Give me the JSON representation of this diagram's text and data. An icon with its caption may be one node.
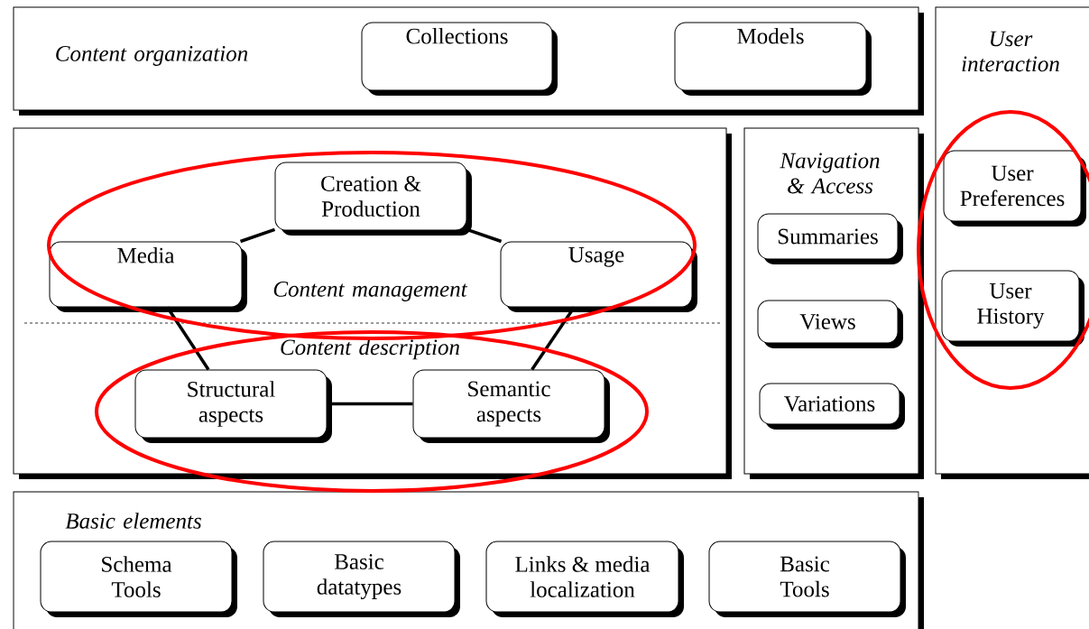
{
  "diagram": {
    "nodes": [
      {
        "text": [
          "Content organization"
        ]
      },
      {
        "text": [
          "Collections"
        ],
        "in": 0
      },
      {
        "text": [
          "Models"
        ],
        "in": 0
      },
      {
        "text": [
          "User interaction"
        ]
      },
      {
        "text": [
          "User Preferences"
        ],
        "in": 3
      },
      {
        "text": [
          "User History"
        ],
        "in": 3
      },
      {
        "text": [
          "Content management",
          "Content description"
        ]
      },
      {
        "text": [
          "Creation & Production"
        ],
        "in": 6
      },
      {
        "text": [
          "Media"
        ],
        "in": 6
      },
      {
        "text": [
          "Usage"
        ],
        "in": 6
      },
      {
        "text": [
          "Structural aspects"
        ],
        "in": 6
      },
      {
        "text": [
          "Semantic aspects"
        ],
        "in": 6
      },
      {
        "text": [
          "Navigation & Access"
        ]
      },
      {
        "text": [
          "Summaries"
        ],
        "in": 12
      },
      {
        "text": [
          "Views"
        ],
        "in": 12
      },
      {
        "text": [
          "Variations"
        ],
        "in": 12
      },
      {
        "text": [
          "Basic elements"
        ]
      },
      {
        "text": [
          "Schema Tools"
        ],
        "in": 16
      },
      {
        "text": [
          "Basic datatypes"
        ],
        "in": 16
      },
      {
        "text": [
          "Links & media localization"
        ],
        "in": 16
      },
      {
        "text": [
          "Basic Tools"
        ],
        "in": 16
      }
    ],
    "edges": [
      {
        "from": 8,
        "to": 7,
        "arrow": "none"
      },
      {
        "from": 7,
        "to": 9,
        "arrow": "none"
      },
      {
        "from": 9,
        "to": 11,
        "arrow": "none"
      },
      {
        "from": 11,
        "to": 10,
        "arrow": "none"
      },
      {
        "from": 10,
        "to": 8,
        "arrow": "none"
      }
    ]
  }
}
